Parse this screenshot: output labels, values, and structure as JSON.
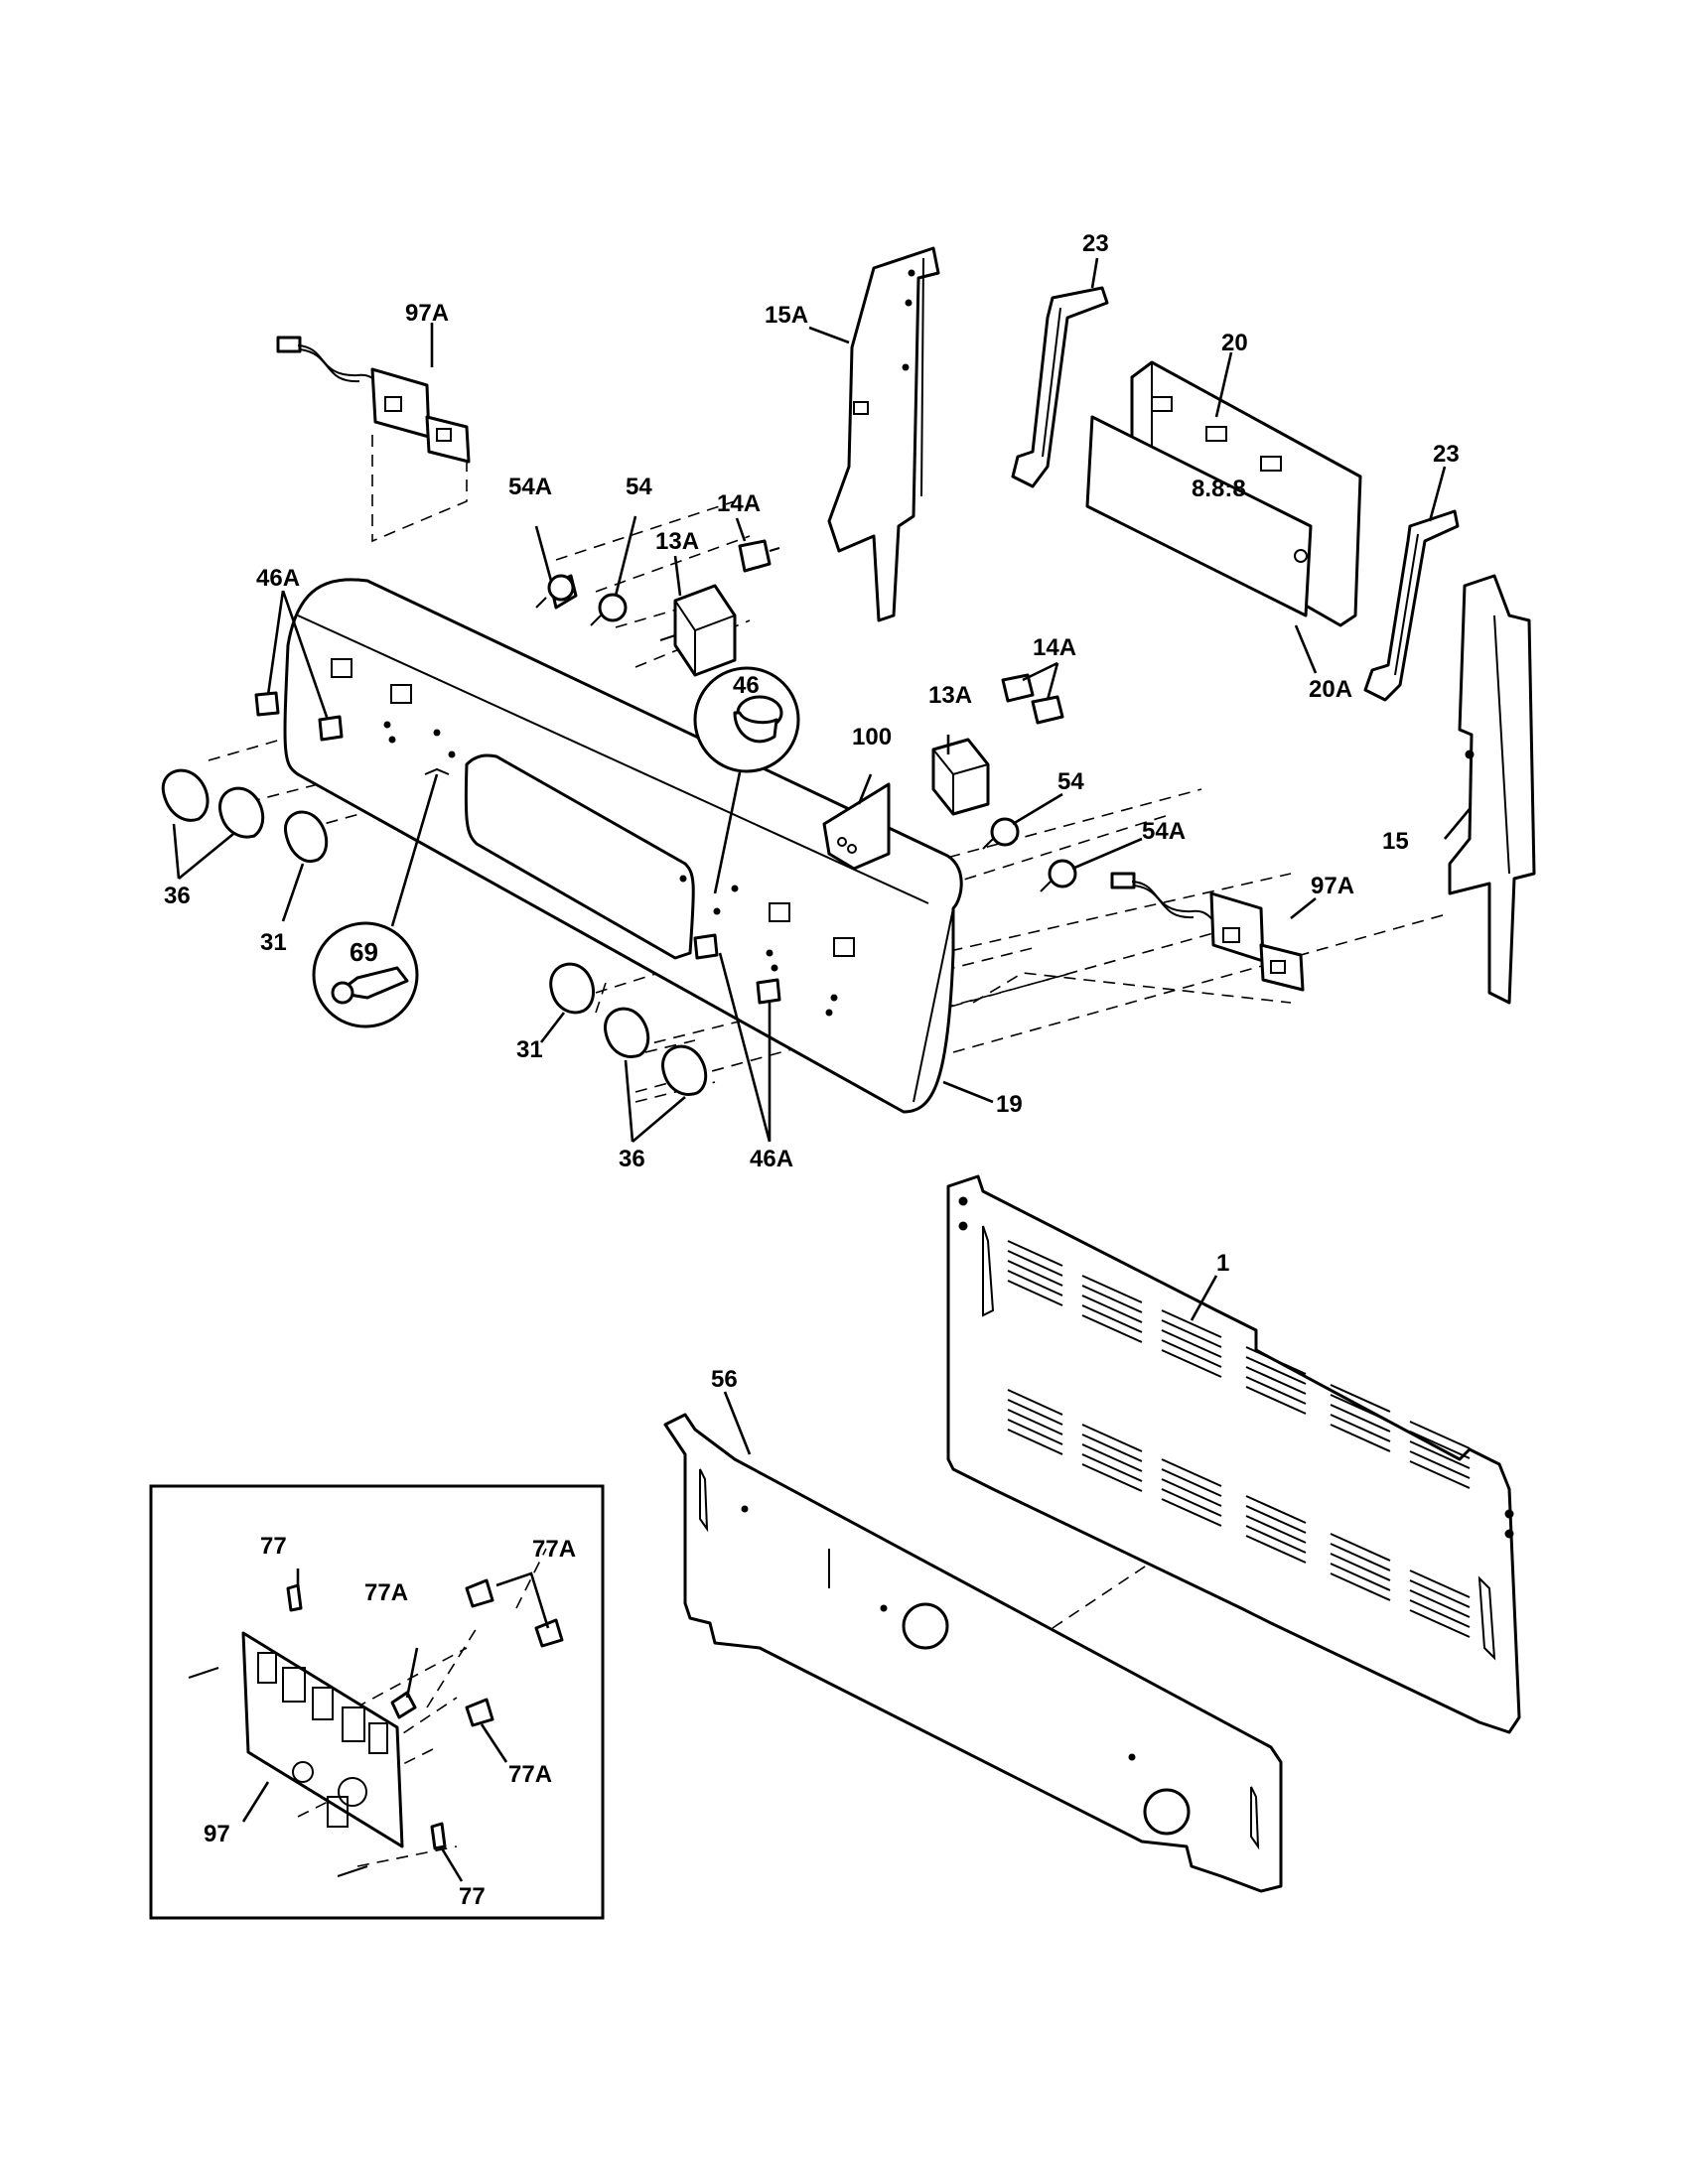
{
  "labels": {
    "p97A_top": "97A",
    "p15A": "15A",
    "p23_top": "23",
    "p20": "20",
    "p23_right": "23",
    "p54A_top": "54A",
    "p54_top": "54",
    "p14A_top": "14A",
    "p13A_top": "13A",
    "p46A_left": "46A",
    "p46": "46",
    "p14A_right": "14A",
    "p20A": "20A",
    "p100": "100",
    "p13A_mid": "13A",
    "p54_mid": "54",
    "p15": "15",
    "p54A_mid": "54A",
    "p97A_right": "97A",
    "p36_left": "36",
    "p31_left": "31",
    "p69": "69",
    "p31_bottom": "31",
    "p36_bottom": "36",
    "p46A_bottom": "46A",
    "p19": "19",
    "p1": "1",
    "p56": "56",
    "p77_top": "77",
    "p77A_top_right": "77A",
    "p77A_top_left": "77A",
    "p77A_mid": "77A",
    "p97": "97",
    "p77_bottom": "77"
  }
}
